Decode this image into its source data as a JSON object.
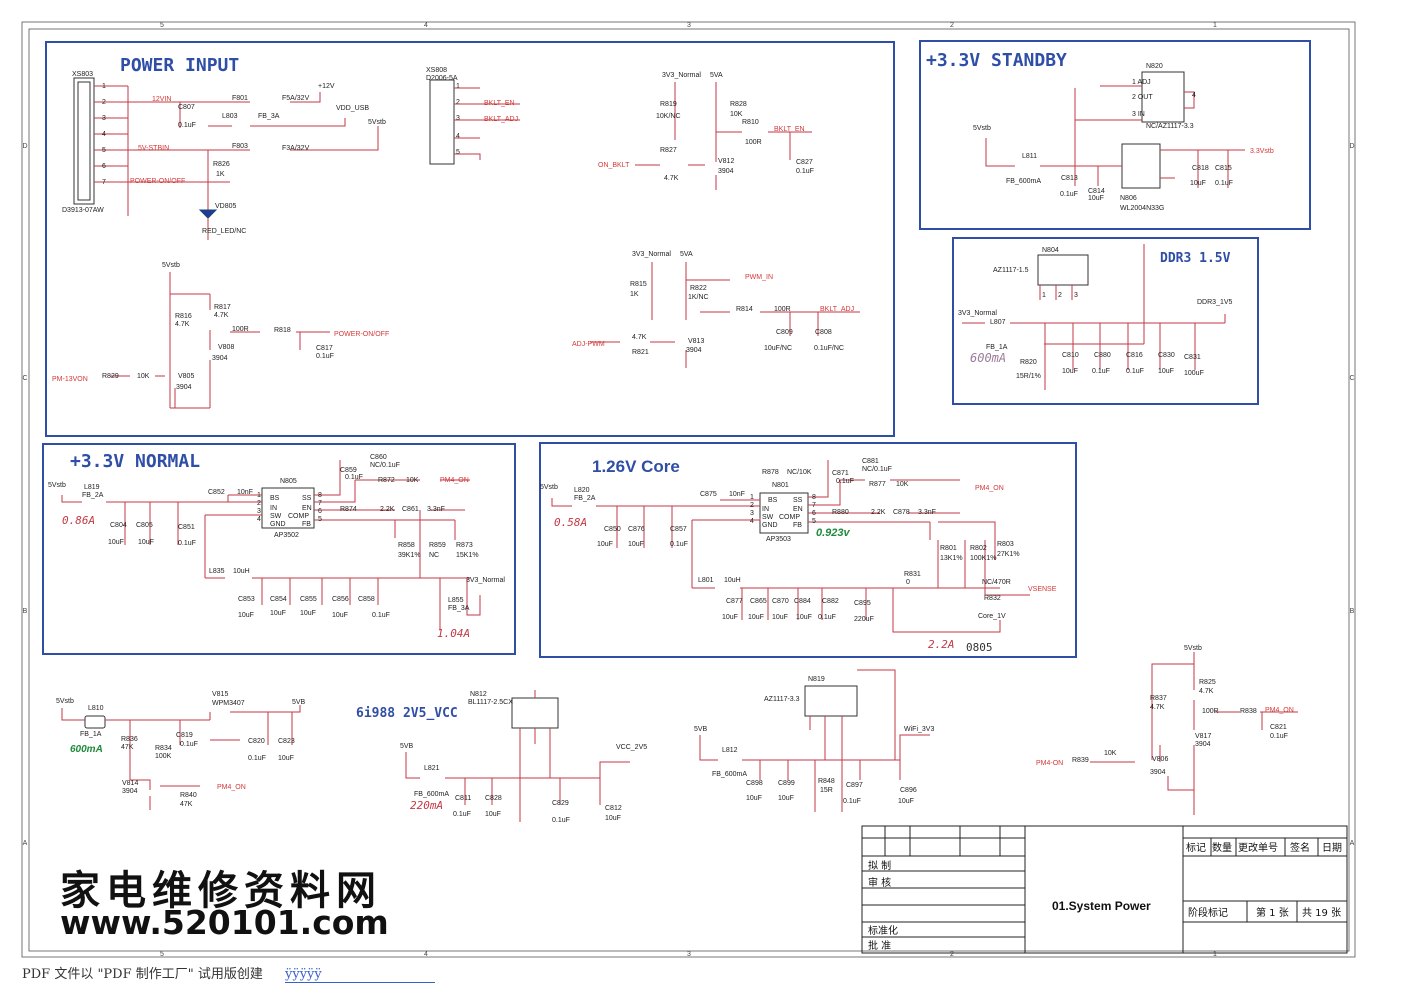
{
  "doc_title": "01.System Power",
  "sections": {
    "power_input": "POWER INPUT",
    "standby": "+3.3V STANDBY",
    "ddr3": "DDR3 1.5V",
    "normal": "+3.3V NORMAL",
    "core": "1.26V Core",
    "vcc25": "6i988 2V5_VCC"
  },
  "grid_cols": [
    "5",
    "4",
    "3",
    "2",
    "1"
  ],
  "grid_rows": [
    "D",
    "C",
    "B",
    "A"
  ],
  "title_block": {
    "headers": [
      "标记",
      "数量",
      "更改单号",
      "签名",
      "日期"
    ],
    "roles": [
      "拟  制",
      "审  核",
      "标准化",
      "批  准"
    ],
    "stage": "阶段标记",
    "sheet": "第 1 张",
    "total": "共 19 张"
  },
  "watermark": {
    "line1": "家电维修资料网",
    "line2": "www.520101.com"
  },
  "footer": {
    "text": "PDF 文件以 \"PDF 制作工厂\" 试用版创建",
    "link": "ÿÿÿÿÿ"
  },
  "power_input": {
    "connector_ref": "XS803",
    "connector_part": "D3913-07AW",
    "pins": [
      "1",
      "2",
      "3",
      "4",
      "5",
      "6",
      "7"
    ],
    "nets": [
      "12VIN",
      "5V-STBIN",
      "POWER-ON/OFF"
    ],
    "f801": "F801",
    "f801_val": "F5A/32V",
    "v12": "+12V",
    "l803": "L803",
    "l803_val": "FB_3A",
    "vdd_usb": "VDD_USB",
    "c807": "C807",
    "c807_val": "0.1uF",
    "f803": "F803",
    "f803_val": "F3A/32V",
    "v5stb": "5Vstb",
    "r826": "R826",
    "r826_val": "1K",
    "vd805": "VD805",
    "vd805_val": "RED_LED/NC",
    "xs808": "XS808",
    "xs808_part": "D2006-5A",
    "xs808_pins": [
      "1",
      "2",
      "3",
      "4",
      "5"
    ],
    "bklt_en": "BKLT_EN",
    "bklt_adj": "BKLT_ADJ",
    "v3n": "3V3_Normal",
    "v5va": "5VA",
    "r819": "R819",
    "r819_val": "10K/NC",
    "r828": "R828",
    "r828_val": "10K",
    "r810": "R810",
    "r810_val": "100R",
    "bklt_en2": "BKLT_EN",
    "r827": "R827",
    "r827_val": "4.7K",
    "on_bklt": "ON_BKLT",
    "v812": "V812",
    "v812_val": "3904",
    "c827": "C827",
    "c827_val": "0.1uF",
    "r815": "R815",
    "r815_val": "1K",
    "r822": "R822",
    "r822_val": "1K/NC",
    "pwm_in": "PWM_IN",
    "r814": "R814",
    "r814_val": "100R",
    "bklt_adj2": "BKLT_ADJ",
    "r821_val": "4.7K",
    "r821": "R821",
    "adj_pwm": "ADJ-PWM",
    "v813": "V813",
    "v813_val": "3904",
    "c809": "C809",
    "c809_val": "10uF/NC",
    "c808": "C808",
    "c808_val": "0.1uF/NC",
    "r816": "R816",
    "r816_val": "4.7K",
    "r817": "R817",
    "r817_val": "4.7K",
    "r818_val": "100R",
    "r818": "R818",
    "pwr_onoff": "POWER-ON/OFF",
    "v808": "V808",
    "v808_val": "3904",
    "c817": "C817",
    "c817_val": "0.1uF",
    "r829": "R829",
    "r829_val": "10K",
    "pm13": "PM-13VON",
    "v805": "V805",
    "v805_val": "3904"
  },
  "standby": {
    "n820": "N820",
    "n820_part": "NC/AZ1117-3.3",
    "n820_pins": [
      "1 ADJ",
      "2 OUT",
      "3 IN",
      "4"
    ],
    "v5stb": "5Vstb",
    "l811": "L811",
    "l811_val": "FB_600mA",
    "c813": "C813",
    "c813_val": "0.1uF",
    "c814": "C814",
    "c814_val": "10uF",
    "n806": "N806",
    "n806_part": "WL2004N33G",
    "c818": "C818",
    "c818_val": "10uF",
    "c815": "C815",
    "c815_val": "0.1uF",
    "out": "3.3Vstb"
  },
  "ddr3": {
    "n804": "N804",
    "n804_part": "AZ1117-1.5",
    "pins": [
      "1",
      "2",
      "3"
    ],
    "v3n": "3V3_Normal",
    "l807": "L807",
    "l807_val": "FB_1A",
    "current": "600mA",
    "r820": "R820",
    "r820_val": "15R/1%",
    "c810": "C810",
    "c810_val": "10uF",
    "c880": "C880",
    "c880_val": "0.1uF",
    "c816": "C816",
    "c816_val": "0.1uF",
    "c830": "C830",
    "c830_val": "10uF",
    "c831": "C831",
    "c831_val": "100uF",
    "out": "DDR3_1V5"
  },
  "normal": {
    "v5stb": "5Vstb",
    "l819": "L819",
    "l819_val": "FB_2A",
    "current_in": "0.86A",
    "c804": "C804",
    "c804_val": "10uF",
    "c805": "C805",
    "c805_val": "10uF",
    "c851": "C851",
    "c851_val": "0.1uF",
    "c852": "C852",
    "c852_val": "10nF",
    "n805": "N805",
    "n805_part": "AP3502",
    "ic_left": [
      "BS",
      "IN",
      "SW",
      "GND"
    ],
    "ic_right": [
      "SS",
      "EN",
      "COMP",
      "FB"
    ],
    "pins_l": [
      "1",
      "2",
      "3",
      "4"
    ],
    "pins_r": [
      "8",
      "7",
      "6",
      "5"
    ],
    "c860": "C860",
    "c860_val": "NC/0.1uF",
    "c859": "C859",
    "c859_val": "0.1uF",
    "r872": "R872",
    "r872_val": "10K",
    "pm4": "PM4_ON",
    "r874": "R874",
    "r874_val": "2.2K",
    "c861": "C861",
    "c861_val": "3.3nF",
    "r858": "R858",
    "r858_val": "39K1%",
    "r859": "R859",
    "r859_val": "NC",
    "r873": "R873",
    "r873_val": "15K1%",
    "l835": "L835",
    "l835_val": "10uH",
    "caps": [
      [
        "C853",
        "10uF"
      ],
      [
        "C854",
        "10uF"
      ],
      [
        "C855",
        "10uF"
      ],
      [
        "C856",
        "10uF"
      ],
      [
        "C858",
        "0.1uF"
      ]
    ],
    "v3n": "3V3_Normal",
    "l855": "L855",
    "l855_val": "FB_3A",
    "current_out": "1.04A"
  },
  "core": {
    "v5stb": "5Vstb",
    "l820": "L820",
    "l820_val": "FB_2A",
    "current_in": "0.58A",
    "c850": "C850",
    "c850_val": "10uF",
    "c876": "C876",
    "c876_val": "10uF",
    "c857": "C857",
    "c857_val": "0.1uF",
    "c875": "C875",
    "c875_val": "10nF",
    "n801": "N801",
    "n801_part": "AP3503",
    "r878": "R878",
    "r878_val": "NC/10K",
    "c881": "C881",
    "c881_val": "NC/0.1uF",
    "c871": "C871",
    "c871_val": "0.1uF",
    "r877": "R877",
    "r877_val": "10K",
    "pm4": "PM4_ON",
    "r880": "R880",
    "r880_val": "2.2K",
    "c878": "C878",
    "c878_val": "3.3nF",
    "vfb": "0.923v",
    "r801": "R801",
    "r801_val": "13K1%",
    "r802": "R802",
    "r802_val": "100K1%",
    "r803": "R803",
    "r803_val": "27K1%",
    "r831": "R831",
    "r831_val": "0",
    "r832_val": "NC/470R",
    "r832": "R832",
    "vsense": "VSENSE",
    "l801": "L801",
    "l801_val": "10uH",
    "caps": [
      [
        "C877",
        "10uF"
      ],
      [
        "C865",
        "10uF"
      ],
      [
        "C870",
        "10uF"
      ],
      [
        "C884",
        "10uF"
      ],
      [
        "C882",
        "0.1uF"
      ],
      [
        "C895",
        "220uF"
      ]
    ],
    "core_1v": "Core_1V",
    "current_out": "2.2A",
    "package": "0805"
  },
  "bottom": {
    "v5stb": "5Vstb",
    "l810": "L810",
    "l810_val": "FB_1A",
    "current": "600mA",
    "v815": "V815",
    "v815_part": "WPM3407",
    "v5b": "5VB",
    "r836": "R836",
    "r836_val": "47K",
    "r834": "R834",
    "r834_val": "100K",
    "c819": "C819",
    "c819_val": "0.1uF",
    "c820": "C820",
    "c820_val": "0.1uF",
    "c823": "C823",
    "c823_val": "10uF",
    "v814": "V814",
    "v814_val": "3904",
    "r840": "R840",
    "r840_val": "47K",
    "pm4": "PM4_ON",
    "n812": "N812",
    "n812_part": "BL1117-2.5CX",
    "v5b2": "5VB",
    "l821": "L821",
    "l821_val": "FB_600mA",
    "current2": "220mA",
    "c811": "C811",
    "c811_val": "0.1uF",
    "c828": "C828",
    "c828_val": "10uF",
    "c829": "C829",
    "c829_val": "0.1uF",
    "c812": "C812",
    "c812_val": "10uF",
    "vcc25": "VCC_2V5",
    "n819": "N819",
    "n819_part": "AZ1117-3.3",
    "v5b3": "5VB",
    "l812": "L812",
    "l812_val": "FB_600mA",
    "wifi": "WiFi_3V3",
    "c898": "C898",
    "c898_val": "10uF",
    "c899": "C899",
    "c899_val": "10uF",
    "r848": "R848",
    "r848_val": "15R",
    "c897": "C897",
    "c897_val": "0.1uF",
    "c896": "C896",
    "c896_val": "10uF",
    "v5stb4": "5Vstb",
    "r837": "R837",
    "r837_val": "4.7K",
    "r825": "R825",
    "r825_val": "4.7K",
    "r838_val": "100R",
    "r838": "R838",
    "pm4b": "PM4_ON",
    "v817": "V817",
    "v817_val": "3904",
    "c821": "C821",
    "c821_val": "0.1uF",
    "r839": "R839",
    "r839_val": "10K",
    "pm4_in": "PM4-ON",
    "v806": "V806",
    "v806_val": "3904"
  },
  "colors": {
    "box": "#2f4ea6",
    "wire": "#c23a46",
    "text": "#222222",
    "net": "#d43838",
    "note": "#c23a46",
    "green": "#1e8a3c"
  }
}
